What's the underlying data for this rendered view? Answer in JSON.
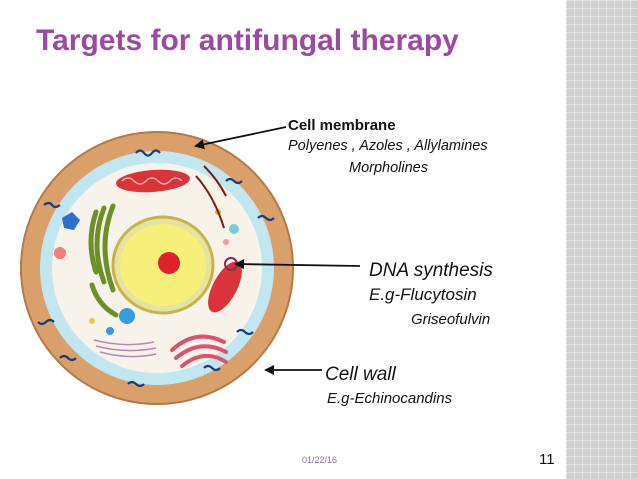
{
  "slide": {
    "title": "Targets for antifungal therapy",
    "date": "01/22/16",
    "page_number": "11"
  },
  "labels": {
    "cell_membrane": {
      "title": "Cell membrane",
      "line1": "Polyenes , Azoles , Allylamines",
      "line2": "Morpholines"
    },
    "dna_synthesis": {
      "title": "DNA synthesis",
      "eg_line1": "E.g-Flucytosin",
      "eg_line2": "Griseofulvin"
    },
    "cell_wall": {
      "title": "Cell wall",
      "eg": "E.g-Echinocandins"
    }
  },
  "colors": {
    "title": "#9a4aa0",
    "outer_wall": "#d9a06b",
    "membrane": "#bfe4ee",
    "nucleus": "#f3ec78",
    "nucleolus": "#e0202a"
  }
}
